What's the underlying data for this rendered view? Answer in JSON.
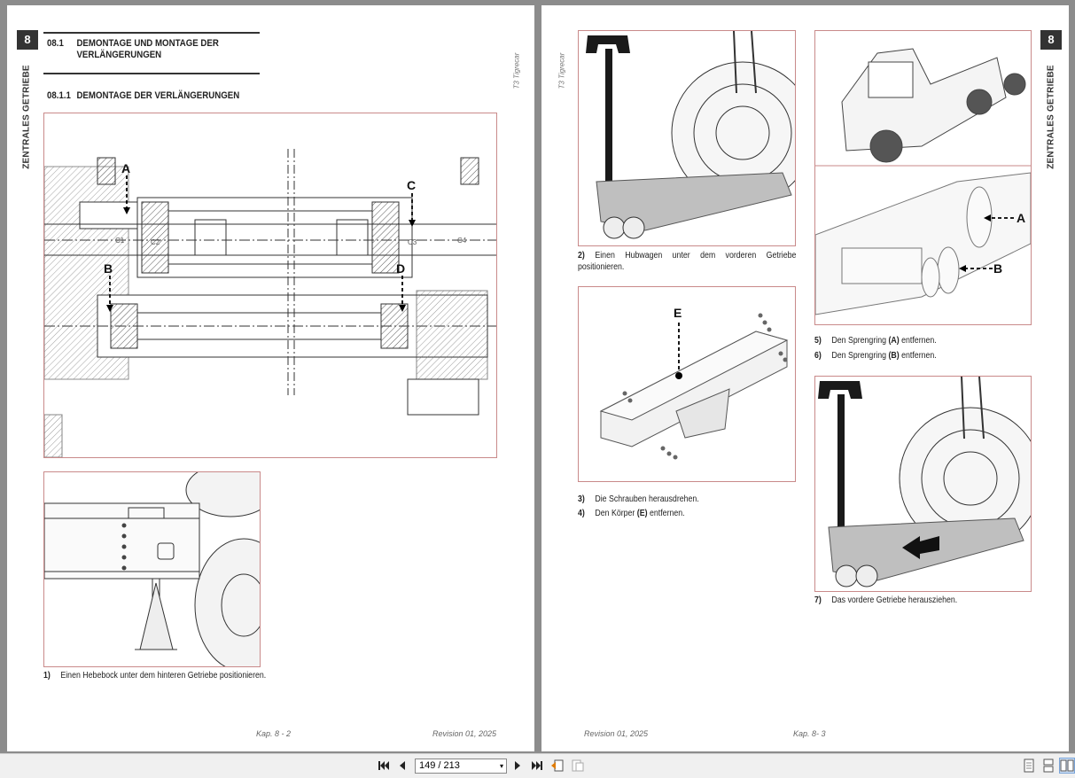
{
  "section_tab": "8",
  "section_title": "ZENTRALES GETRIEBE",
  "model_name": "T3 Tigrecar",
  "left": {
    "heading1": {
      "num": "08.1",
      "text_line1": "DEMONTAGE UND MONTAGE DER",
      "text_line2": "VERLÄNGERUNGEN"
    },
    "heading2": {
      "num": "08.1.1",
      "text": "DEMONTAGE DER VERLÄNGERUNGEN"
    },
    "diagram_labels": {
      "a": "A",
      "b": "B",
      "c": "C",
      "d": "D",
      "c1": "C1",
      "c2": "C2",
      "c3": "C3",
      "c4": "C4"
    },
    "steps": [
      {
        "num": "1)",
        "text": "Einen Hebebock unter dem hinteren Getriebe positionieren."
      }
    ],
    "footer": {
      "page": "Kap. 8 - 2",
      "revision": "Revision 01, 2025"
    }
  },
  "right": {
    "steps": [
      {
        "num": "2)",
        "text": "Einen Hubwagen unter dem vorderen Getriebe positionieren."
      },
      {
        "num": "3)",
        "text": "Die Schrauben herausdrehen."
      },
      {
        "num": "4)",
        "pre": "Den Körper ",
        "bold": "(E)",
        "post": " entfernen."
      },
      {
        "num": "5)",
        "pre": "Den Sprengring ",
        "bold": "(A)",
        "post": " entfernen."
      },
      {
        "num": "6)",
        "pre": "Den Sprengring ",
        "bold": "(B)",
        "post": " entfernen."
      },
      {
        "num": "7)",
        "text": "Das vordere Getriebe herausziehen."
      }
    ],
    "fig_labels": {
      "e": "E",
      "a": "A",
      "b": "B"
    },
    "footer": {
      "revision": "Revision 01, 2025",
      "page": "Kap. 8- 3"
    }
  },
  "toolbar": {
    "page_indicator": "149 / 213"
  }
}
